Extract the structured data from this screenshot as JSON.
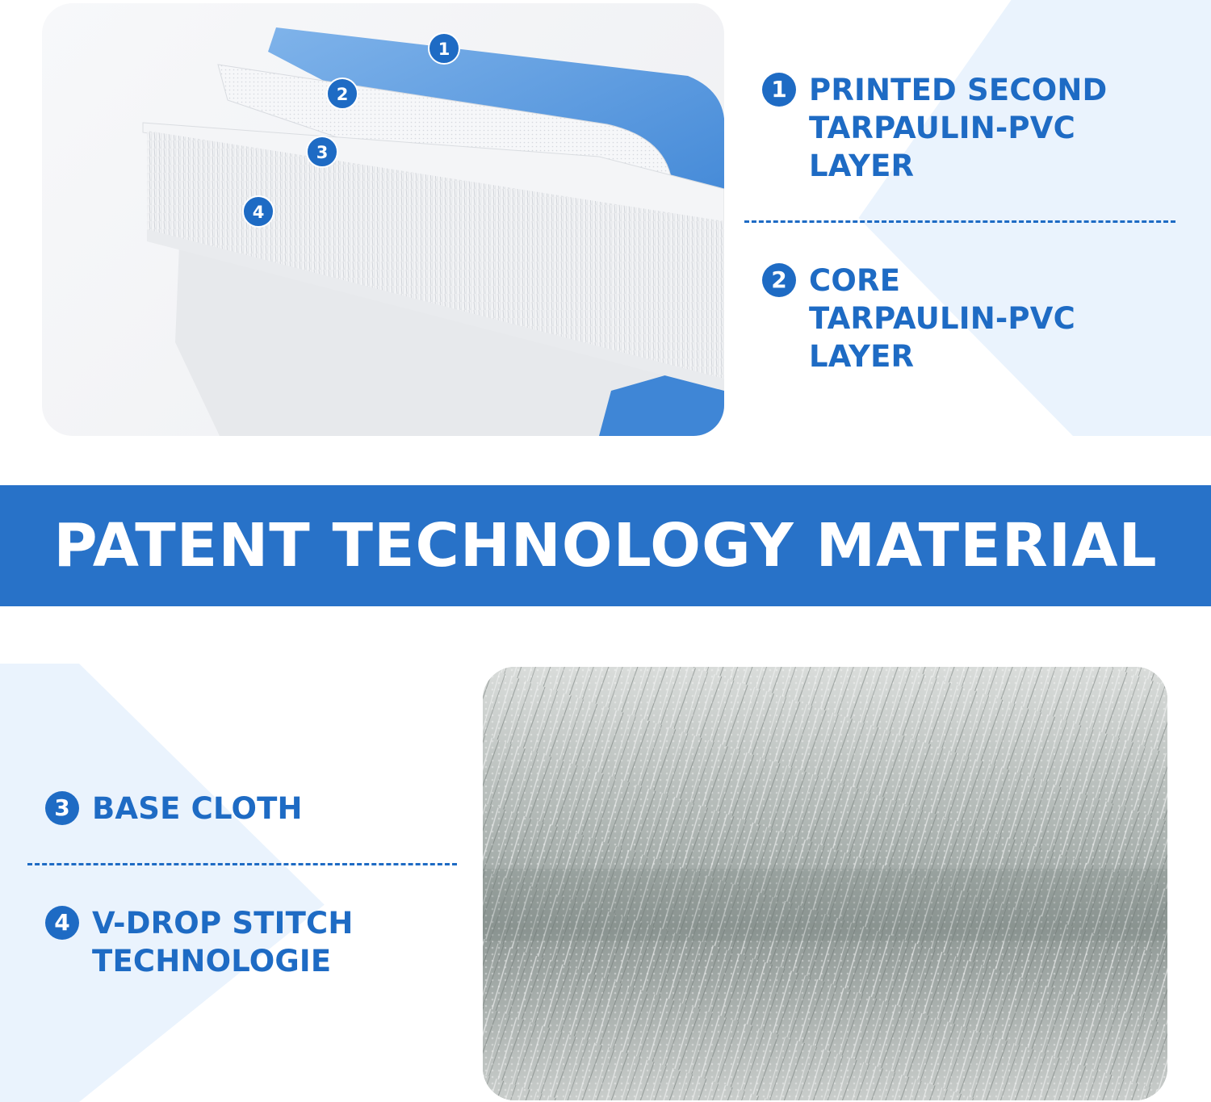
{
  "top_layers": [
    {
      "number": "1",
      "lines": [
        "PRINTED SECOND",
        "TARPAULIN-PVC",
        "LAYER"
      ]
    },
    {
      "number": "2",
      "lines": [
        "CORE",
        "TARPAULIN-PVC",
        "LAYER"
      ]
    }
  ],
  "illustration_labels": [
    "1",
    "2",
    "3",
    "4"
  ],
  "banner": {
    "title": "PATENT TECHNOLOGY MATERIAL"
  },
  "bottom_layers": [
    {
      "number": "3",
      "lines": [
        "BASE CLOTH"
      ]
    },
    {
      "number": "4",
      "lines": [
        "V-DROP STITCH",
        "TECHNOLOGIE"
      ]
    }
  ],
  "colors": {
    "brand_blue": "#1e6bc4",
    "banner_blue": "#2872c8",
    "light_blue_bg": "#eaf3fd",
    "layer_blue": "#5b9be0"
  }
}
